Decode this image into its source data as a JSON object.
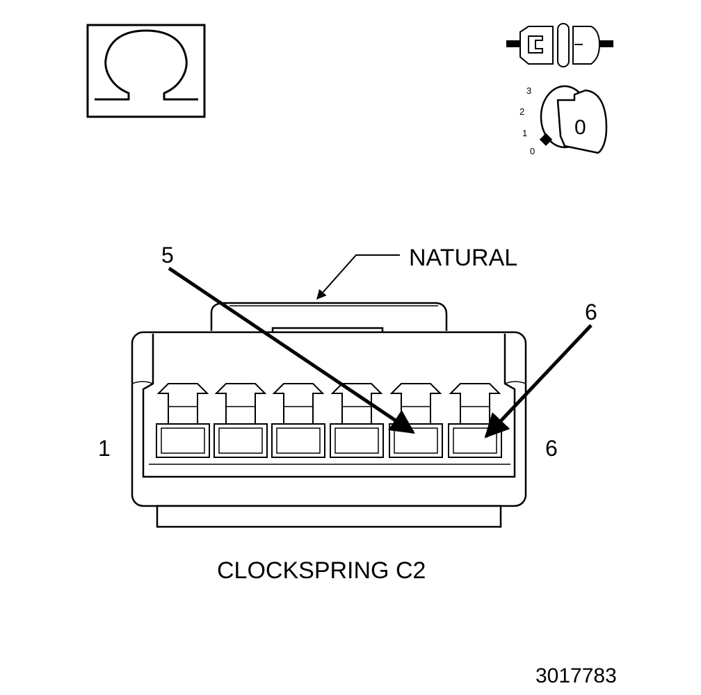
{
  "symbols": {
    "meter": {
      "name": "ohm-meter-icon",
      "glyph": "Ω"
    },
    "connector": {
      "name": "disconnected-connector-icon"
    },
    "ignition": {
      "name": "ignition-key-off-icon",
      "positions": [
        "3",
        "2",
        "1",
        "0"
      ],
      "key_value": "0"
    }
  },
  "connector": {
    "color_label": "NATURAL",
    "pin_callout_left": "5",
    "pin_callout_right": "6",
    "end_label_left": "1",
    "end_label_right": "6",
    "caption": "CLOCKSPRING C2"
  },
  "figure_id": "3017783",
  "colors": {
    "ink": "#000000",
    "paper": "#ffffff"
  }
}
